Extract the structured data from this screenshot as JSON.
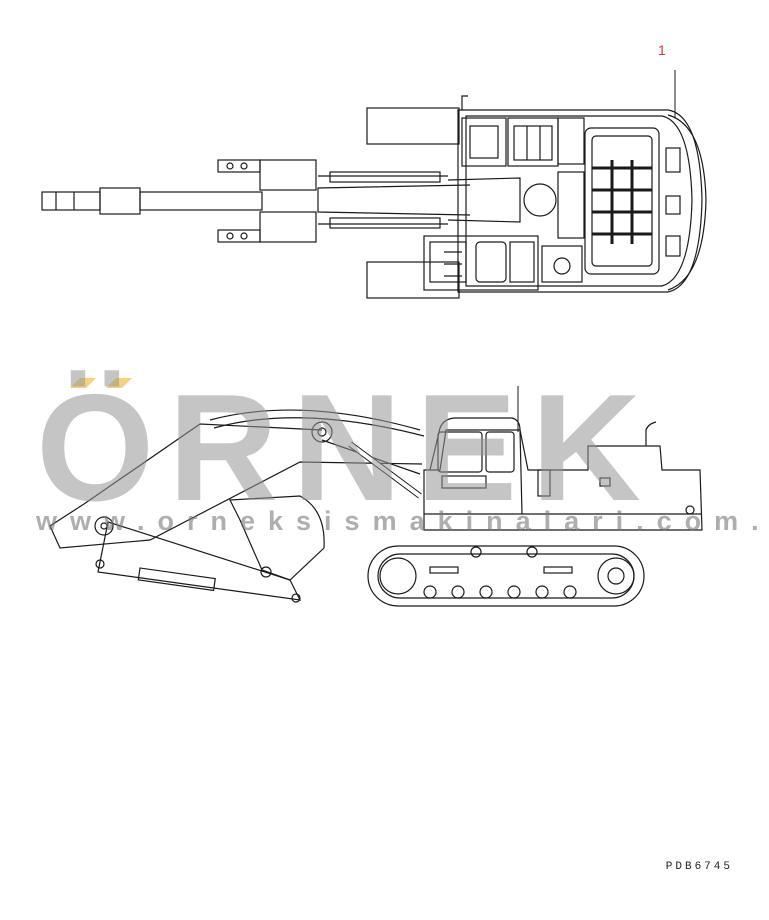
{
  "callout": {
    "label": "1"
  },
  "reference_code": "PDB6745",
  "watermark": {
    "brand": "ÖRNEK",
    "url": "www.orneksismakinalari.com.tr",
    "accent_color": "#f2c14e",
    "text_color": "#9a9a9a"
  },
  "colors": {
    "line": "#1a1a1a",
    "callout": "#d23a3a",
    "background": "#ffffff"
  },
  "views": {
    "top": "top-view",
    "side": "side-view"
  }
}
